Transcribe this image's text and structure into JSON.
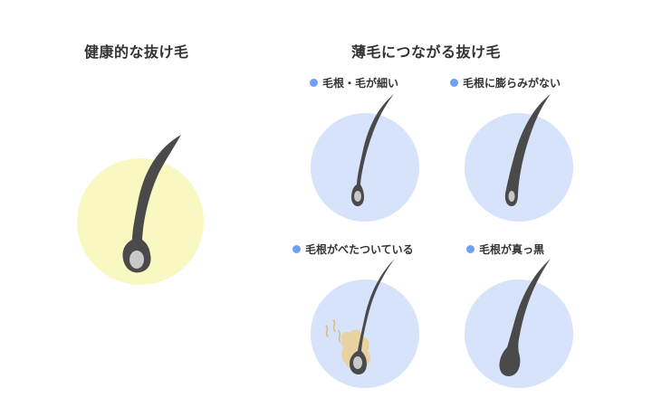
{
  "healthy": {
    "title": "健康的な抜け毛",
    "circle_color": "#faf8c2"
  },
  "thinning": {
    "title": "薄毛につながる抜け毛",
    "circle_color": "#d6e3fb",
    "items": [
      {
        "label": "毛根・毛が細い"
      },
      {
        "label": "毛根に膨らみがない"
      },
      {
        "label": "毛根がべたついている"
      },
      {
        "label": "毛根が真っ黒"
      }
    ]
  },
  "colors": {
    "hair": "#4a4a4a",
    "root_bulb": "#c8c8c8",
    "bullet": "#6f9ff0",
    "sebum": "#e8d3a0",
    "sebum_lines": "#d8bc7a"
  }
}
